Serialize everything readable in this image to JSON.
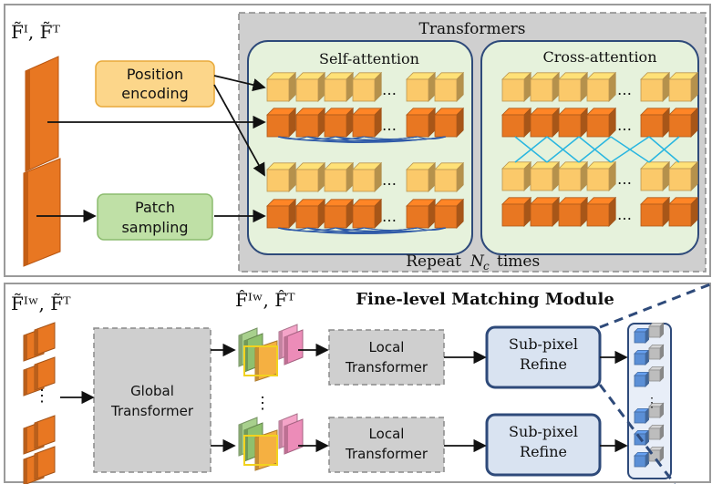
{
  "top_panel": {
    "input_label": "F̃ᴵ, F̃ᵀ",
    "position_encoding": [
      "Position",
      "encoding"
    ],
    "patch_sampling": [
      "Patch",
      "sampling"
    ],
    "transformers_title": "Transformers",
    "self_attention": "Self-attention",
    "cross_attention": "Cross-attention",
    "repeat_prefix": "Repeat",
    "repeat_var": "N",
    "repeat_sub": "c",
    "repeat_suffix": "times",
    "ellipsis": "…"
  },
  "bottom_panel": {
    "input_label": "F̃ᴵʷ, F̃ᵀ",
    "mid_label": "F̂ᴵʷ, F̂ᵀ",
    "title": "Fine-level Matching Module",
    "global_transformer": [
      "Global",
      "Transformer"
    ],
    "local_transformer": [
      "Local",
      "Transformer"
    ],
    "subpixel_refine": [
      "Sub-pixel",
      "Refine"
    ],
    "vdots": "⋮"
  },
  "colors": {
    "orange": "#e87722",
    "light_orange": "#fbc96a",
    "green_box": "#cfe8b7",
    "pos_enc": "#fcd68a",
    "panel_gray": "#cfcfcf",
    "attn_bg": "#e8f3e0",
    "blue_border": "#2e4a7a",
    "cyan": "#29b6e0"
  }
}
